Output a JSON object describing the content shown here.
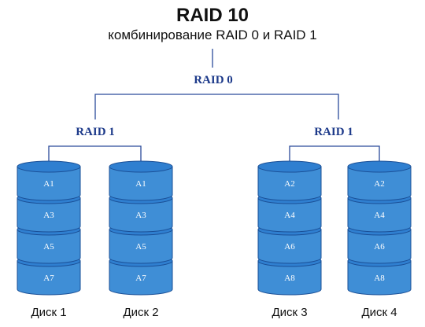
{
  "title": "RAID 10",
  "subtitle": "комбинирование RAID 0 и RAID 1",
  "colors": {
    "line": "#2b4a9a",
    "label": "#1d3a8a",
    "disk_fill": "#3f8ed6",
    "disk_top": "#2f7fd0",
    "disk_dark": "#1a4f96"
  },
  "raid0": {
    "label": "RAID 0"
  },
  "raid1_groups": [
    {
      "label": "RAID 1"
    },
    {
      "label": "RAID 1"
    }
  ],
  "disks": [
    {
      "label": "Диск 1",
      "blocks": [
        "A1",
        "A3",
        "A5",
        "A7"
      ]
    },
    {
      "label": "Диск 2",
      "blocks": [
        "A1",
        "A3",
        "A5",
        "A7"
      ]
    },
    {
      "label": "Диск 3",
      "blocks": [
        "A2",
        "A4",
        "A6",
        "A8"
      ]
    },
    {
      "label": "Диск 4",
      "blocks": [
        "A2",
        "A4",
        "A6",
        "A8"
      ]
    }
  ]
}
